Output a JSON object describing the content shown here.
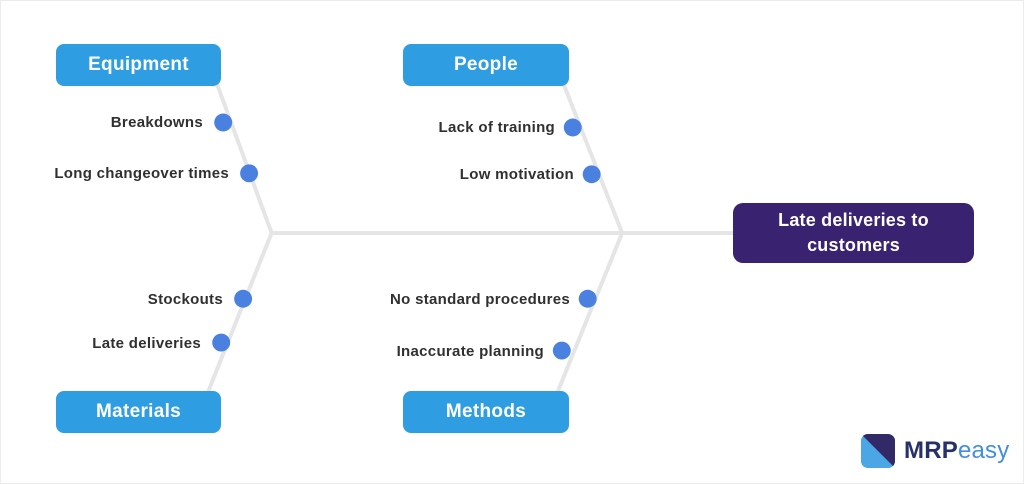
{
  "fishbone": {
    "effect": {
      "label": "Late deliveries to customers"
    },
    "categories": [
      {
        "label": "Equipment",
        "causes": [
          "Breakdowns",
          "Long changeover times"
        ]
      },
      {
        "label": "People",
        "causes": [
          "Lack of training",
          "Low motivation"
        ]
      },
      {
        "label": "Materials",
        "causes": [
          "Stockouts",
          "Late deliveries"
        ]
      },
      {
        "label": "Methods",
        "causes": [
          "No standard procedures",
          "Inaccurate planning"
        ]
      }
    ]
  },
  "logo": {
    "brand_primary": "MRP",
    "brand_secondary": "easy"
  },
  "colors": {
    "category_box": "#2f9de2",
    "effect_box": "#392270",
    "dot": "#4a80e0",
    "line": "#e5e5e5",
    "cause_text": "#303030",
    "box_text": "#ffffff",
    "logo_dark": "#312a66",
    "logo_light": "#4aa6e4",
    "logo_text_dark": "#263069",
    "logo_text_blue": "#418fdd"
  }
}
